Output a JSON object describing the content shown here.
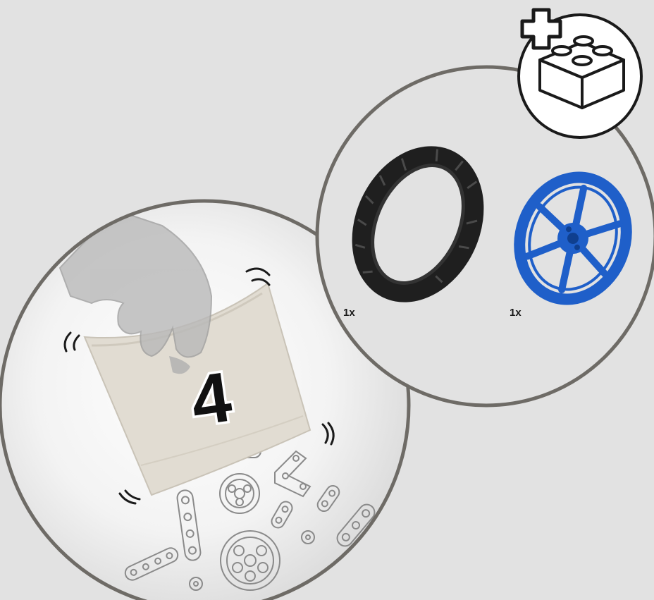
{
  "bag": {
    "step_number": "4"
  },
  "parts_callout": {
    "items": [
      {
        "name": "tire",
        "quantity": "1x",
        "color": "#1f1f1f"
      },
      {
        "name": "wheel-rim",
        "quantity": "1x",
        "color": "#1f5fc9"
      }
    ]
  },
  "icons": {
    "add_brick": "plus-brick-icon"
  },
  "colors": {
    "background": "#e2e2e2",
    "circle_border": "#6e6b66",
    "tire": "#1f1f1f",
    "rim": "#1f5fc9",
    "bag": "#e1dcd2"
  }
}
